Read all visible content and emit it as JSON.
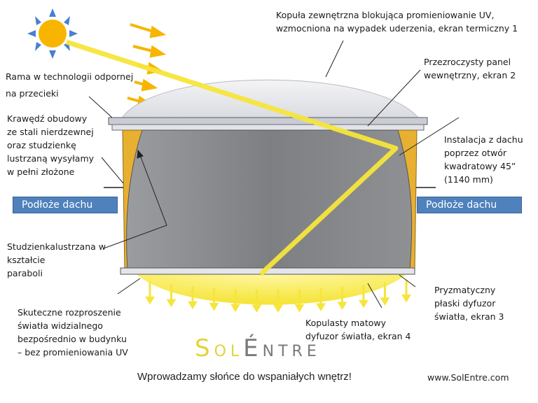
{
  "labels": {
    "outer_dome": "Kopuła zewnętrzna blokująca promieniowanie UV,\nwzmocniona na wypadek uderzenia, ekran termiczny 1",
    "frame": "Rama w technologii odpornej\nna przecieki",
    "inner_panel": "Przezroczysty panel\nwewnętrzny, ekran 2",
    "housing": "Krawędź obudowy\nze stali nierdzewnej\noraz studzienkę\nlustrzaną wysyłamy\nw pełni złożone",
    "installation": "Instalacja z dachu\npoprzez otwór\nkwadratowy 45”\n(1140 mm)",
    "mirror_well": "Studzienkalustrzana w\n kształcie\n paraboli",
    "prismatic": "Pryzmatyczny\npłaski dyfuzor\nświatła, ekran 3",
    "dispersion": "Skuteczne rozproszenie\nświatła widzialnego\nbezpośrednio w budynku\n– bez promieniowania UV",
    "dome_diffuser": "Kopulasty matowy\ndyfuzor światła, ekran 4"
  },
  "roof_left": "Podłoże dachu",
  "roof_right": "Podłoże dachu",
  "logo": {
    "s": "S",
    "ol": "OL",
    "e": "É",
    "ntre": "NTRE"
  },
  "slogan": "Wprowadzamy słońce do wspaniałych wnętrz!",
  "url": "www.SolEntre.com",
  "colors": {
    "sun": "#f7b500",
    "mirror": "#e8b030",
    "beam": "#f5e53c",
    "roof": "#4f81bd",
    "well": "#7d7f82"
  }
}
